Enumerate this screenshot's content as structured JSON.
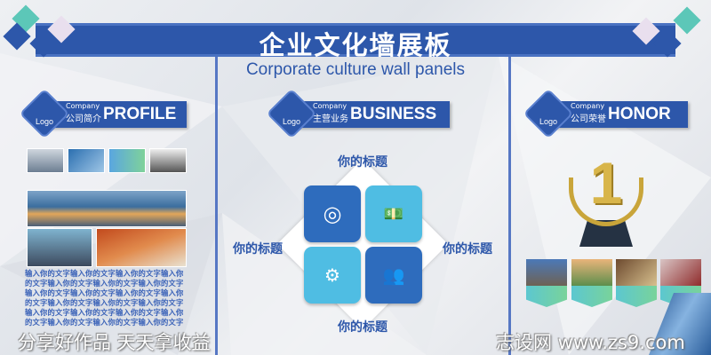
{
  "header": {
    "title": "企业文化墙展板",
    "subtitle": "Corporate culture wall panels"
  },
  "colors": {
    "primary": "#2d57aa",
    "light_blue": "#4fbde3",
    "teal": "#5cc7b8",
    "background": "#e4e7ec"
  },
  "columns": [
    {
      "logo": "Logo",
      "company": "Company",
      "cn": "公司简介",
      "en": "PROFILE"
    },
    {
      "logo": "Logo",
      "company": "Company",
      "cn": "主营业务",
      "en": "BUSINESS"
    },
    {
      "logo": "Logo",
      "company": "Company",
      "cn": "公司荣誉",
      "en": "HONOR"
    }
  ],
  "profile": {
    "body_text": "输入你的文字输入你的文字输入你的文字输入你的文字输入你的文字输入你的文字输入你的文字输入你的文字输入你的文字输入你的文字输入你的文字输入你的文字输入你的文字输入你的文字输入你的文字输入你的文字输入你的文字输入你的文字输入你的文字输入你的文字输入你的文字"
  },
  "business": {
    "labels": {
      "top": "你的标题",
      "left": "你的标题",
      "right": "你的标题",
      "bottom": "你的标题"
    },
    "tiles": [
      {
        "icon": "target-icon",
        "color": "#2e6cbd"
      },
      {
        "icon": "money-icon",
        "color": "#4fbde3"
      },
      {
        "icon": "engineer-gear-icon",
        "color": "#4fbde3"
      },
      {
        "icon": "presentation-icon",
        "color": "#2e6cbd"
      }
    ]
  },
  "honor": {
    "trophy_number": "1"
  },
  "watermarks": {
    "left": "分享好作品 天天拿收益",
    "right": "志设网 www.zs9.com"
  }
}
